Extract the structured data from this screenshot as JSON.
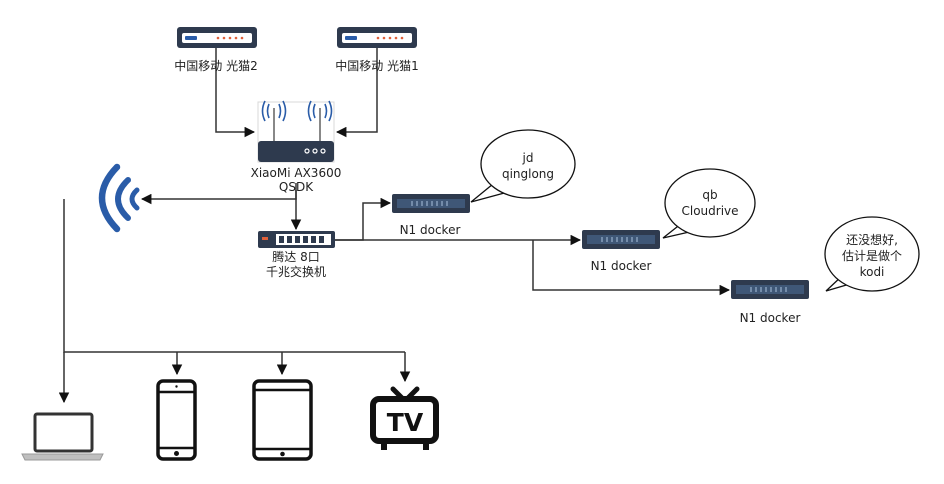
{
  "nodes": {
    "modem2": {
      "label": "中国移动 光猫2"
    },
    "modem1": {
      "label": "中国移动 光猫1"
    },
    "router": {
      "label_line1": "XiaoMi AX3600",
      "label_line2": "QSDK"
    },
    "switch": {
      "label_line1": "腾达 8口",
      "label_line2": "千兆交换机"
    },
    "n1_a": {
      "label": "N1 docker"
    },
    "n1_b": {
      "label": "N1 docker"
    },
    "n1_c": {
      "label": "N1 docker"
    },
    "tv": {
      "label": "TV"
    }
  },
  "bubbles": {
    "b1": {
      "line1": "jd",
      "line2": "qinglong"
    },
    "b2": {
      "line1": "qb",
      "line2": "Cloudrive"
    },
    "b3": {
      "line1": "还没想好,",
      "line2": "估计是做个",
      "line3": "kodi"
    }
  },
  "colors": {
    "device_dark": "#2e3a4e",
    "wifi_blue": "#2a5ca8",
    "line": "#333333",
    "led": "#e0603a"
  }
}
